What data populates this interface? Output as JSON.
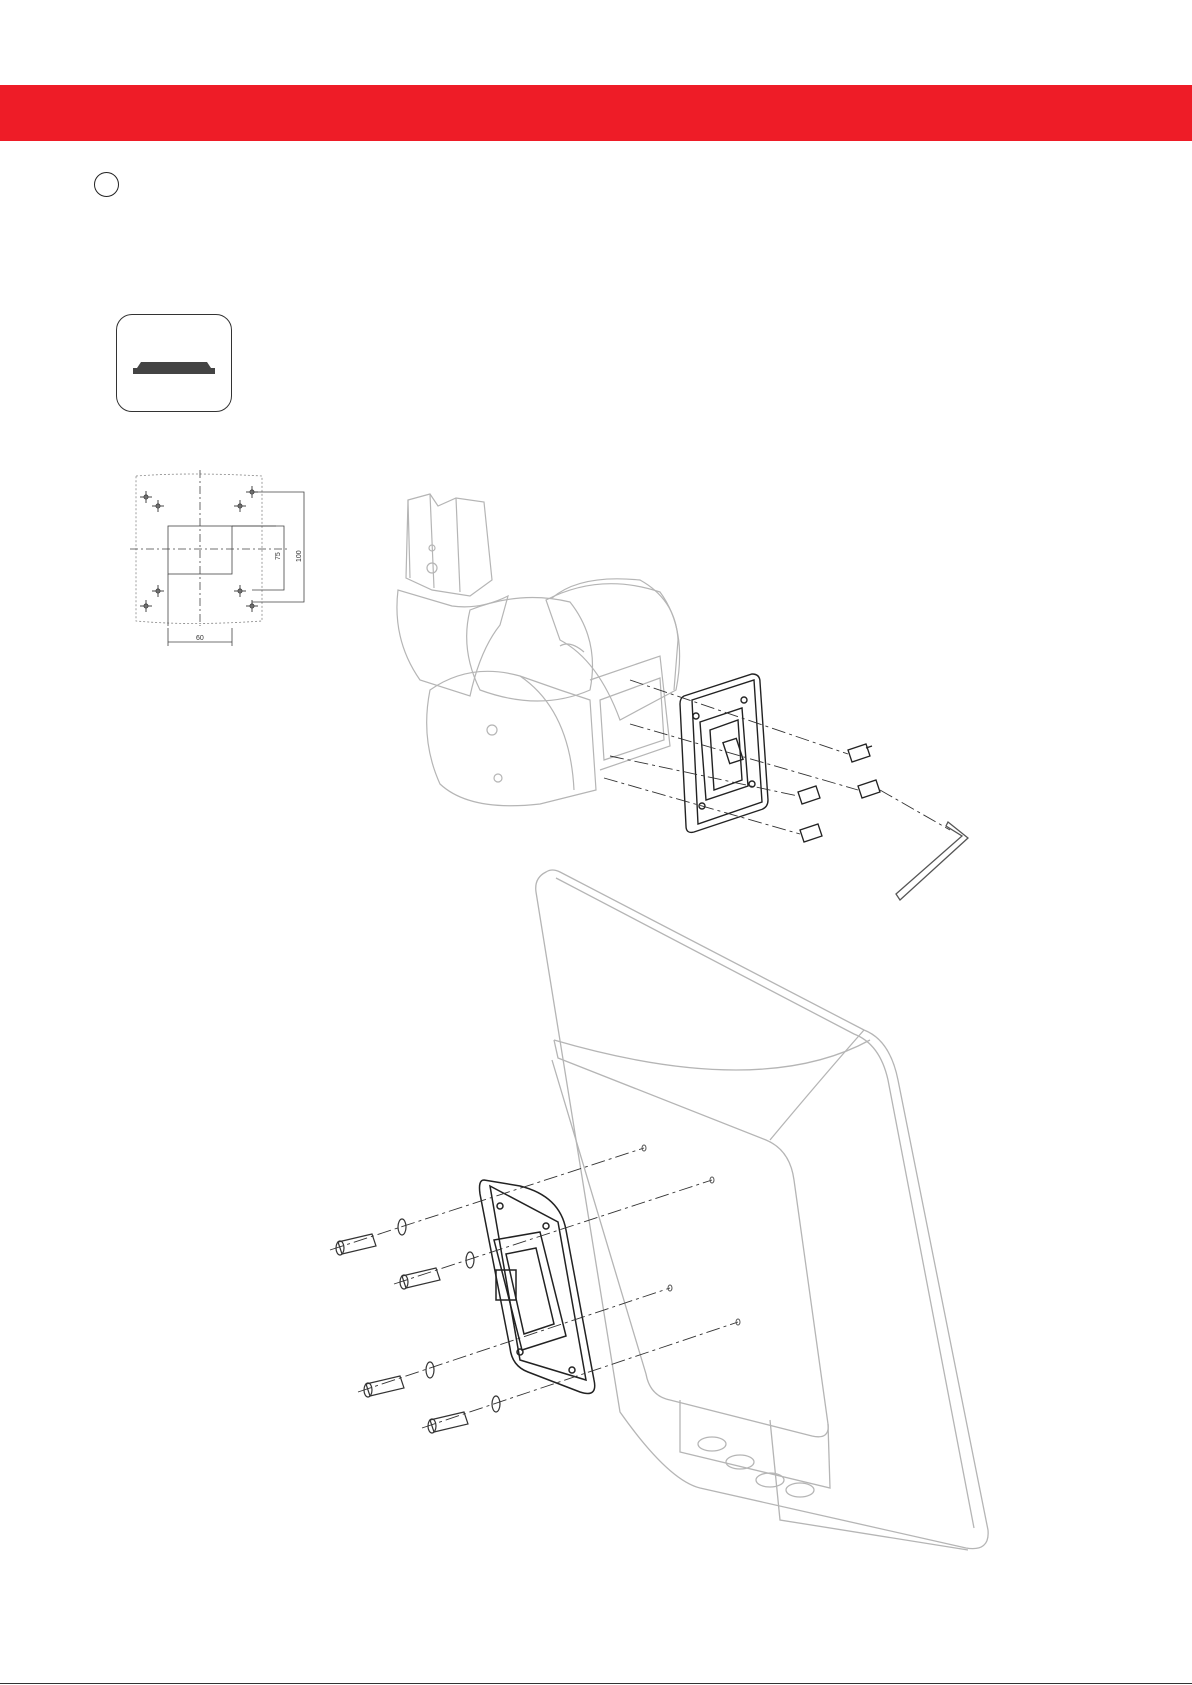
{
  "colors": {
    "header_band": "#ee1c27",
    "line": "#333333",
    "light_line": "#b8b8b8"
  },
  "step_marker": {
    "icon": "circle-step-marker"
  },
  "mount_icon": {
    "icon": "flat-plate-icon"
  },
  "dimension_drawing": {
    "labels": {
      "width": "60",
      "inner_height": "75",
      "outer_height": "100"
    }
  },
  "assembly": {
    "upper": {
      "parts": [
        "swivel-arm",
        "mounting-adapter-plate",
        "socket-head-screw",
        "allen-key"
      ]
    },
    "lower": {
      "parts": [
        "display-housing",
        "vesa-adapter-plate",
        "socket-head-screw",
        "washer"
      ]
    }
  }
}
